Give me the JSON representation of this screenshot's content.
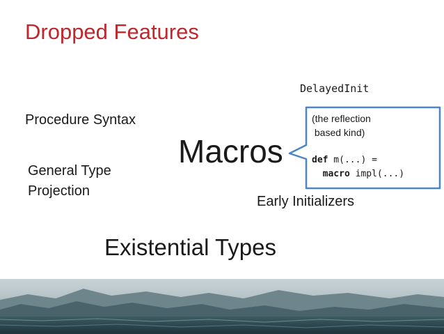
{
  "title": "Dropped Features",
  "items": {
    "delayed_init": "DelayedInit",
    "procedure_syntax": "Procedure Syntax",
    "general_type_line1": "General Type",
    "general_type_line2": "Projection",
    "macros": "Macros",
    "early_initializers": "Early Initializers",
    "existential_types": "Existential Types"
  },
  "callout": {
    "line1": "(the reflection",
    "line2": " based kind)",
    "code1_kw": "def",
    "code1_rest": " m(...) =",
    "code2_indent": "  ",
    "code2_kw": "macro",
    "code2_rest": " impl(...)"
  },
  "colors": {
    "title": "#c0272d",
    "callout_border": "#4a86c8"
  }
}
